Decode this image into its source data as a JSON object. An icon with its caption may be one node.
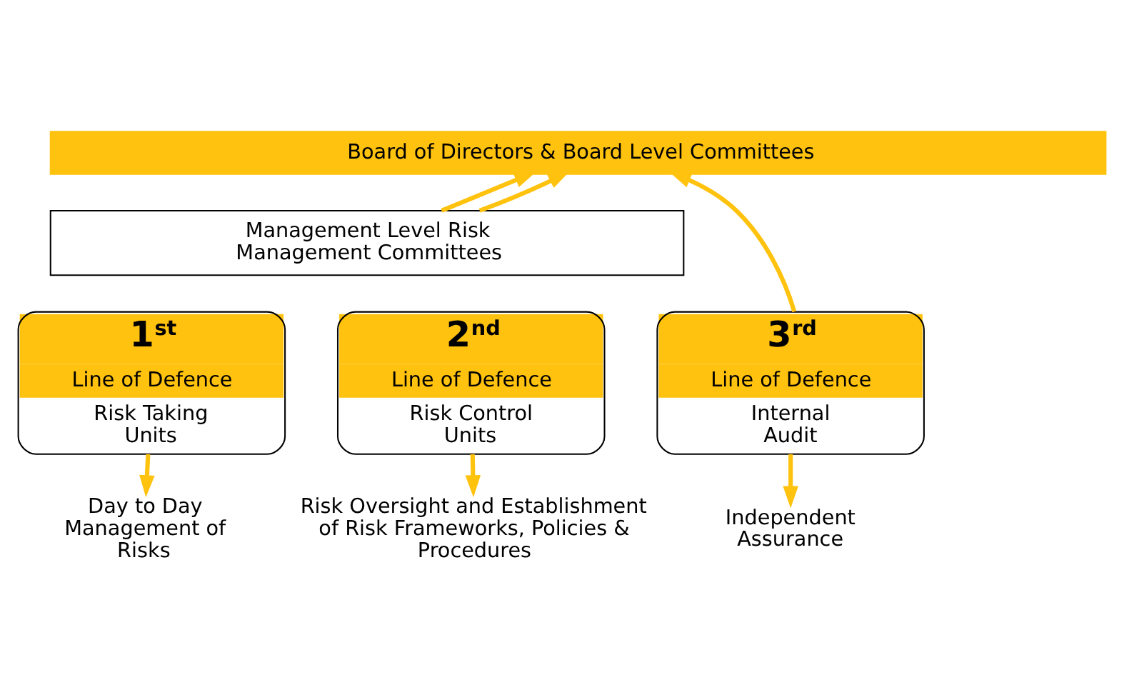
{
  "diagram": {
    "nodes": [
      {
        "text": [
          "Board of Directors & Board Level Committees"
        ]
      },
      {
        "text": [
          "Management Level Risk Management Committees"
        ]
      },
      {
        "text": [
          "1$^{st}$",
          "Line of Defence",
          "Risk Taking Units"
        ]
      },
      {
        "text": [
          "2$^{nd}$",
          "Line of Defence",
          "Risk Control Units"
        ]
      },
      {
        "text": [
          "3$^{rd}$",
          "Line of Defence",
          "Internal Audit"
        ]
      },
      {
        "text": [
          "Day to Day Management of Risks"
        ]
      },
      {
        "text": [
          "Risk Oversight and Establishment of Risk Frameworks, Policies & Procedures"
        ]
      },
      {
        "text": [
          "Independent Assurance"
        ]
      }
    ],
    "edges": [
      {
        "from": 1,
        "to": 0,
        "arrow": "to"
      },
      {
        "from": 1,
        "to": 0,
        "arrow": "to"
      },
      {
        "from": 4,
        "to": 0,
        "arrow": "to"
      },
      {
        "from": 2,
        "to": 5,
        "arrow": "to"
      },
      {
        "from": 3,
        "to": 6,
        "arrow": "to"
      },
      {
        "from": 4,
        "to": 7,
        "arrow": "to"
      }
    ]
  }
}
